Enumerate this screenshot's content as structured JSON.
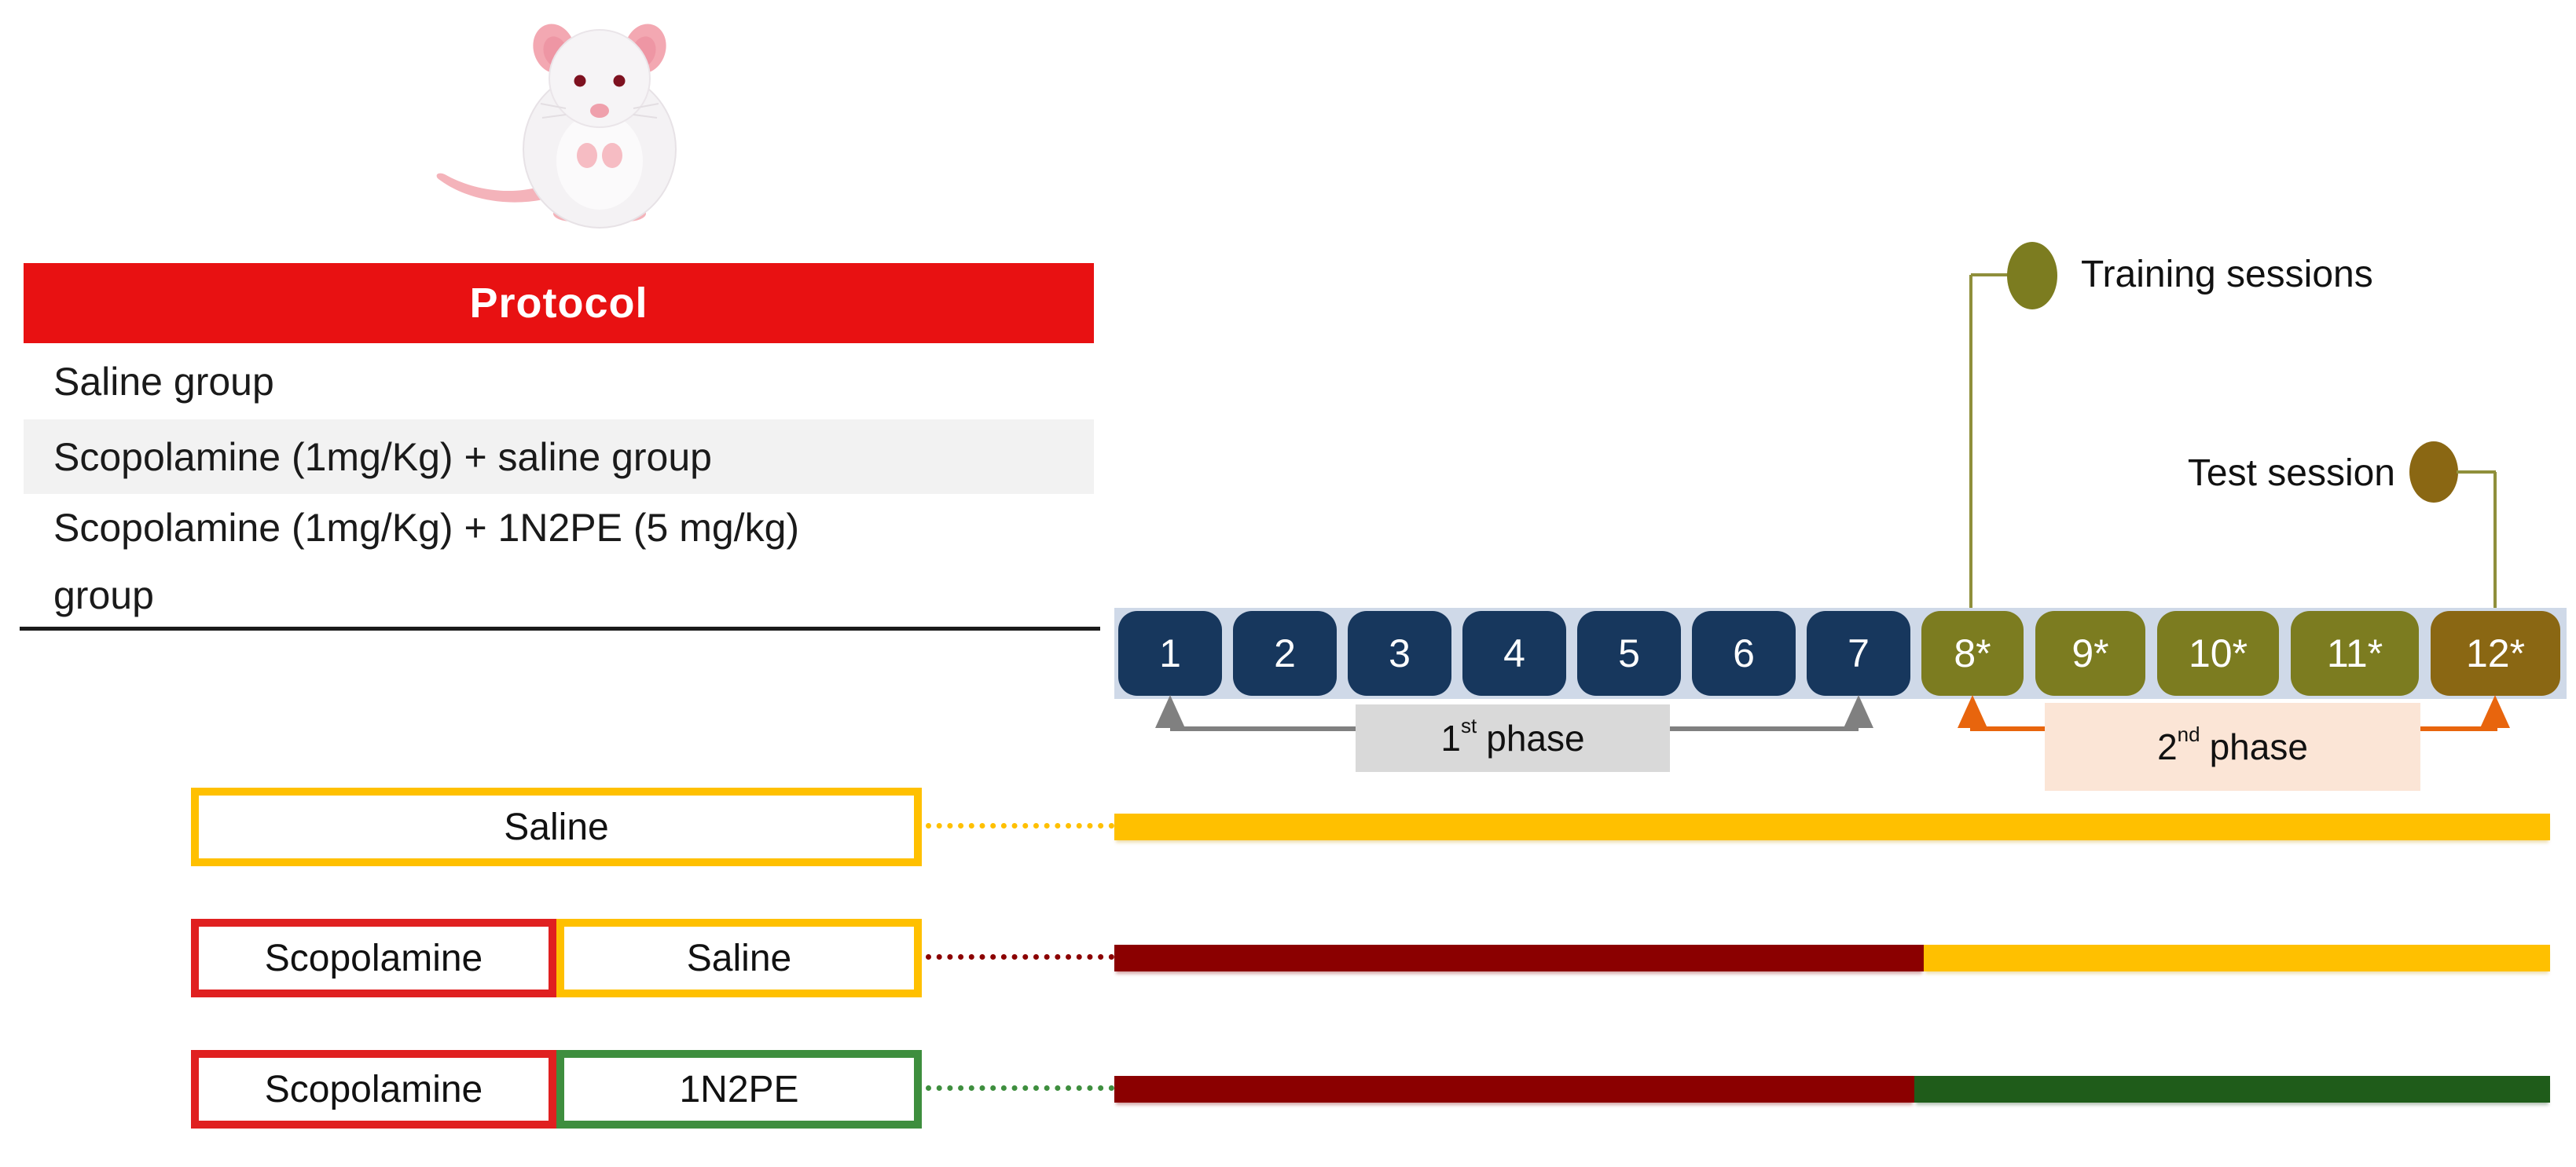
{
  "protocol_table": {
    "header": "Protocol",
    "rows": [
      {
        "text": "Saline group",
        "shaded": false
      },
      {
        "text": "Scopolamine (1mg/Kg) + saline group",
        "shaded": true
      },
      {
        "text": "Scopolamine (1mg/Kg) + 1N2PE (5 mg/kg) group",
        "shaded": false
      }
    ]
  },
  "legend": {
    "training": {
      "label": "Training sessions"
    },
    "test": {
      "label": "Test session"
    }
  },
  "timeline": {
    "days": [
      {
        "label": "1",
        "type": "phase1"
      },
      {
        "label": "2",
        "type": "phase1"
      },
      {
        "label": "3",
        "type": "phase1"
      },
      {
        "label": "4",
        "type": "phase1"
      },
      {
        "label": "5",
        "type": "phase1"
      },
      {
        "label": "6",
        "type": "phase1"
      },
      {
        "label": "7",
        "type": "phase1"
      },
      {
        "label": "8*",
        "type": "training"
      },
      {
        "label": "9*",
        "type": "training"
      },
      {
        "label": "10*",
        "type": "training"
      },
      {
        "label": "11*",
        "type": "training"
      },
      {
        "label": "12*",
        "type": "test"
      }
    ],
    "phase1": {
      "num": "1",
      "sup": "st",
      "word": "phase"
    },
    "phase2": {
      "num": "2",
      "sup": "nd",
      "word": "phase"
    }
  },
  "groups": [
    {
      "boxes": [
        {
          "label": "Saline",
          "border": "yellow"
        }
      ],
      "connector_color": "yellow",
      "bar_segments": [
        {
          "color": "yellow",
          "width_frac": 1
        }
      ]
    },
    {
      "boxes": [
        {
          "label": "Scopolamine",
          "border": "red"
        },
        {
          "label": "Saline",
          "border": "yellow"
        }
      ],
      "connector_color": "dark_red",
      "bar_segments": [
        {
          "color": "dark_red",
          "width_frac": 0.564
        },
        {
          "color": "yellow",
          "width_frac": 0.436
        }
      ]
    },
    {
      "boxes": [
        {
          "label": "Scopolamine",
          "border": "red"
        },
        {
          "label": "1N2PE",
          "border": "green"
        }
      ],
      "connector_color": "green",
      "bar_segments": [
        {
          "color": "dark_red",
          "width_frac": 0.557
        },
        {
          "color": "dark_green",
          "width_frac": 0.443
        }
      ]
    }
  ],
  "colors": {
    "header_red": "#E81112",
    "day_navy": "#17375D",
    "day_olive": "#7C7C20",
    "day_brown": "#8A6713",
    "band_blue": "#CFD9E8",
    "yellow": "#FFC000",
    "dark_red": "#8B0000",
    "dark_green": "#1F5C1A",
    "red_border": "#E02020",
    "green_border": "#3E8E3E",
    "gray_arrow": "#808080",
    "orange_arrow": "#E8650D",
    "phase1_bg": "#D9D9D9",
    "phase2_bg": "#FBE5D6",
    "olive_line": "#8F8F3B"
  }
}
